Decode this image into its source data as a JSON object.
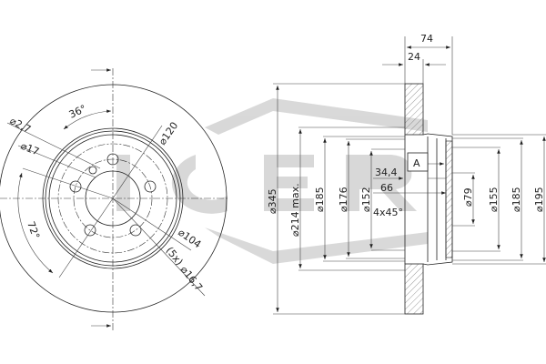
{
  "watermark": "ICER",
  "front_view": {
    "labels": {
      "d2_7": "⌀2,7",
      "d17": "⌀17",
      "a36": "36°",
      "d120": "⌀120",
      "a72": "72°",
      "d104": "⌀104",
      "holes": "(5x)",
      "d16_7": "⌀16,7"
    }
  },
  "side_view": {
    "labels": {
      "w74": "74",
      "w24": "24",
      "d345": "⌀345",
      "d214": "⌀214 max.",
      "d185a": "⌀185",
      "d176": "⌀176",
      "d152": "⌀152",
      "datum": "A",
      "h34_4": "34,4",
      "h66": "66",
      "chamfer": "4x45°",
      "d79": "⌀79",
      "d155": "⌀155",
      "d185b": "⌀185",
      "d195": "⌀195"
    }
  }
}
